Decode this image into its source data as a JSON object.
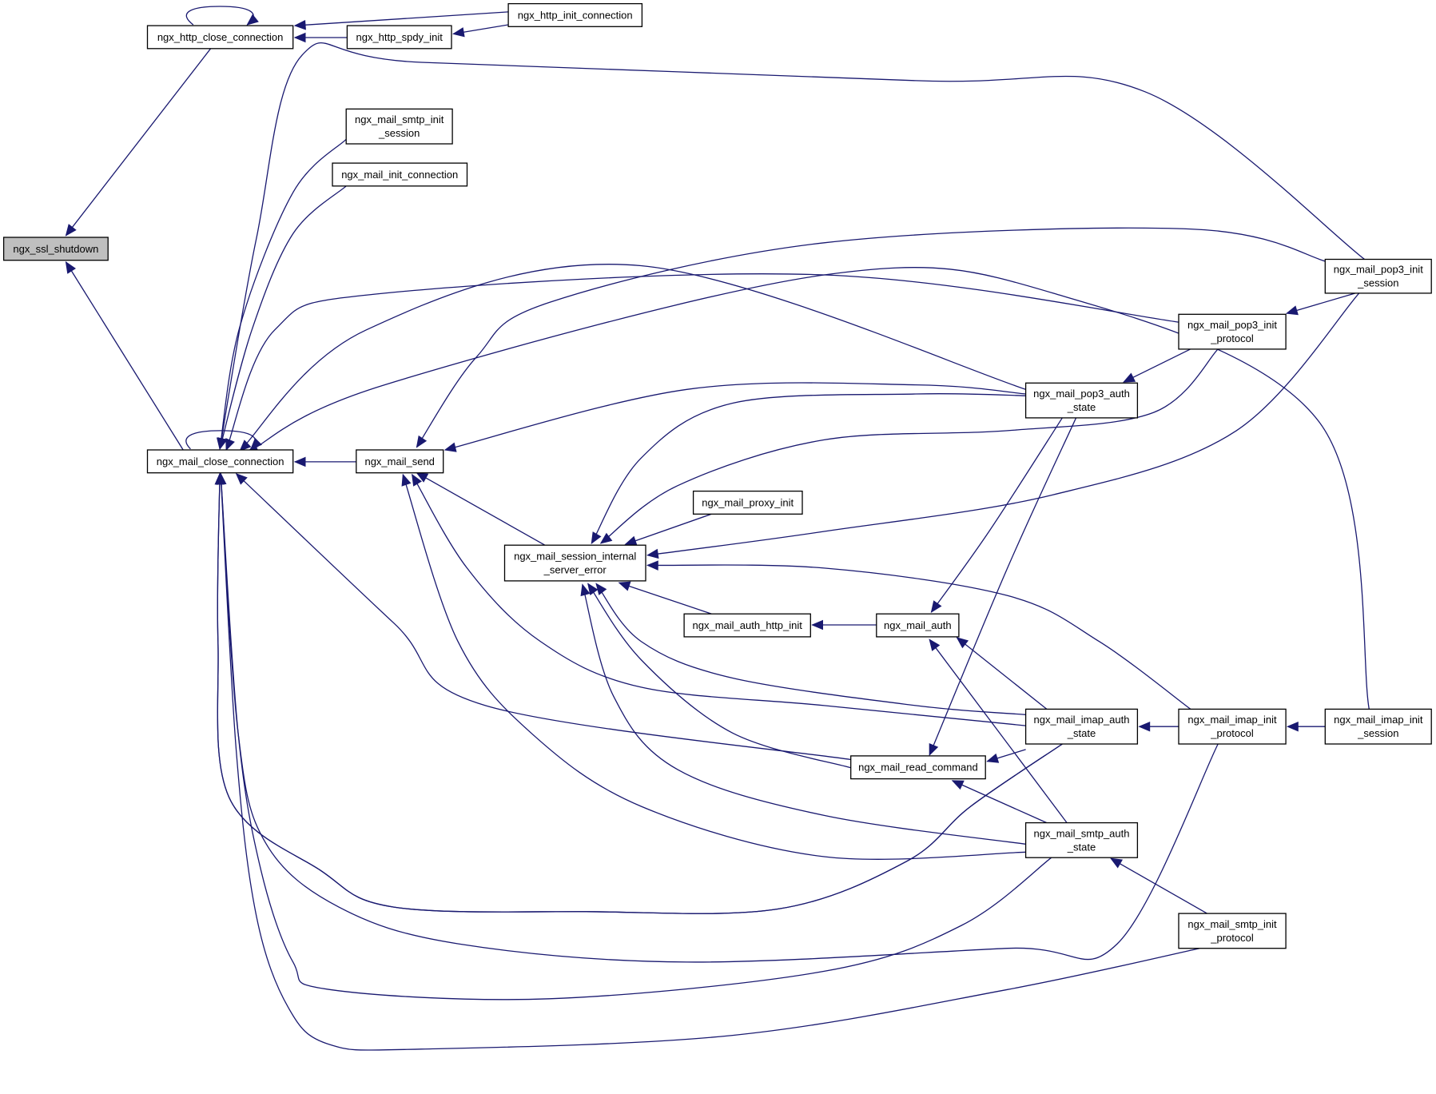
{
  "diagram": {
    "type": "call-graph",
    "colors": {
      "edge": "#191970",
      "node_border": "#000000",
      "node_fill": "#ffffff",
      "current_node_fill": "#bfbfbf"
    },
    "nodes": [
      {
        "id": "ngx_ssl_shutdown",
        "lines": [
          "ngx_ssl_shutdown"
        ],
        "current": true
      },
      {
        "id": "ngx_http_close_connection",
        "lines": [
          "ngx_http_close_connection"
        ]
      },
      {
        "id": "ngx_http_spdy_init",
        "lines": [
          "ngx_http_spdy_init"
        ]
      },
      {
        "id": "ngx_http_init_connection",
        "lines": [
          "ngx_http_init_connection"
        ]
      },
      {
        "id": "ngx_mail_close_connection",
        "lines": [
          "ngx_mail_close_connection"
        ]
      },
      {
        "id": "ngx_mail_smtp_init_session",
        "lines": [
          "ngx_mail_smtp_init",
          "_session"
        ]
      },
      {
        "id": "ngx_mail_init_connection",
        "lines": [
          "ngx_mail_init_connection"
        ]
      },
      {
        "id": "ngx_mail_send",
        "lines": [
          "ngx_mail_send"
        ]
      },
      {
        "id": "ngx_mail_proxy_init",
        "lines": [
          "ngx_mail_proxy_init"
        ]
      },
      {
        "id": "ngx_mail_session_internal_server_error",
        "lines": [
          "ngx_mail_session_internal",
          "_server_error"
        ]
      },
      {
        "id": "ngx_mail_auth_http_init",
        "lines": [
          "ngx_mail_auth_http_init"
        ]
      },
      {
        "id": "ngx_mail_auth",
        "lines": [
          "ngx_mail_auth"
        ]
      },
      {
        "id": "ngx_mail_read_command",
        "lines": [
          "ngx_mail_read_command"
        ]
      },
      {
        "id": "ngx_mail_pop3_auth_state",
        "lines": [
          "ngx_mail_pop3_auth",
          "_state"
        ]
      },
      {
        "id": "ngx_mail_imap_auth_state",
        "lines": [
          "ngx_mail_imap_auth",
          "_state"
        ]
      },
      {
        "id": "ngx_mail_smtp_auth_state",
        "lines": [
          "ngx_mail_smtp_auth",
          "_state"
        ]
      },
      {
        "id": "ngx_mail_pop3_init_protocol",
        "lines": [
          "ngx_mail_pop3_init",
          "_protocol"
        ]
      },
      {
        "id": "ngx_mail_imap_init_protocol",
        "lines": [
          "ngx_mail_imap_init",
          "_protocol"
        ]
      },
      {
        "id": "ngx_mail_smtp_init_protocol",
        "lines": [
          "ngx_mail_smtp_init",
          "_protocol"
        ]
      },
      {
        "id": "ngx_mail_pop3_init_session",
        "lines": [
          "ngx_mail_pop3_init",
          "_session"
        ]
      },
      {
        "id": "ngx_mail_imap_init_session",
        "lines": [
          "ngx_mail_imap_init",
          "_session"
        ]
      }
    ],
    "edges": [
      {
        "caller": "ngx_http_close_connection",
        "callee": "ngx_ssl_shutdown"
      },
      {
        "caller": "ngx_mail_close_connection",
        "callee": "ngx_ssl_shutdown"
      },
      {
        "caller": "ngx_http_close_connection",
        "callee": "ngx_http_close_connection"
      },
      {
        "caller": "ngx_http_init_connection",
        "callee": "ngx_http_close_connection"
      },
      {
        "caller": "ngx_http_spdy_init",
        "callee": "ngx_http_close_connection"
      },
      {
        "caller": "ngx_http_init_connection",
        "callee": "ngx_http_spdy_init"
      },
      {
        "caller": "ngx_mail_close_connection",
        "callee": "ngx_mail_close_connection"
      },
      {
        "caller": "ngx_mail_send",
        "callee": "ngx_mail_close_connection"
      },
      {
        "caller": "ngx_mail_smtp_init_session",
        "callee": "ngx_mail_close_connection"
      },
      {
        "caller": "ngx_mail_init_connection",
        "callee": "ngx_mail_close_connection"
      },
      {
        "caller": "ngx_mail_pop3_init_session",
        "callee": "ngx_mail_close_connection"
      },
      {
        "caller": "ngx_mail_pop3_init_protocol",
        "callee": "ngx_mail_close_connection"
      },
      {
        "caller": "ngx_mail_pop3_auth_state",
        "callee": "ngx_mail_close_connection"
      },
      {
        "caller": "ngx_mail_imap_init_session",
        "callee": "ngx_mail_close_connection"
      },
      {
        "caller": "ngx_mail_session_internal_server_error",
        "callee": "ngx_mail_close_connection"
      },
      {
        "caller": "ngx_mail_read_command",
        "callee": "ngx_mail_close_connection"
      },
      {
        "caller": "ngx_mail_imap_auth_state",
        "callee": "ngx_mail_close_connection"
      },
      {
        "caller": "ngx_mail_imap_init_protocol",
        "callee": "ngx_mail_close_connection"
      },
      {
        "caller": "ngx_mail_smtp_auth_state",
        "callee": "ngx_mail_close_connection"
      },
      {
        "caller": "ngx_mail_smtp_init_protocol",
        "callee": "ngx_mail_close_connection"
      },
      {
        "caller": "ngx_mail_pop3_init_session",
        "callee": "ngx_mail_send"
      },
      {
        "caller": "ngx_mail_pop3_auth_state",
        "callee": "ngx_mail_send"
      },
      {
        "caller": "ngx_mail_session_internal_server_error",
        "callee": "ngx_mail_send"
      },
      {
        "caller": "ngx_mail_imap_auth_state",
        "callee": "ngx_mail_send"
      },
      {
        "caller": "ngx_mail_smtp_auth_state",
        "callee": "ngx_mail_send"
      },
      {
        "caller": "ngx_mail_proxy_init",
        "callee": "ngx_mail_session_internal_server_error"
      },
      {
        "caller": "ngx_mail_auth_http_init",
        "callee": "ngx_mail_session_internal_server_error"
      },
      {
        "caller": "ngx_mail_pop3_init_session",
        "callee": "ngx_mail_session_internal_server_error"
      },
      {
        "caller": "ngx_mail_pop3_auth_state",
        "callee": "ngx_mail_session_internal_server_error"
      },
      {
        "caller": "ngx_mail_pop3_init_protocol",
        "callee": "ngx_mail_session_internal_server_error"
      },
      {
        "caller": "ngx_mail_imap_init_protocol",
        "callee": "ngx_mail_session_internal_server_error"
      },
      {
        "caller": "ngx_mail_imap_auth_state",
        "callee": "ngx_mail_session_internal_server_error"
      },
      {
        "caller": "ngx_mail_read_command",
        "callee": "ngx_mail_session_internal_server_error"
      },
      {
        "caller": "ngx_mail_smtp_auth_state",
        "callee": "ngx_mail_session_internal_server_error"
      },
      {
        "caller": "ngx_mail_auth",
        "callee": "ngx_mail_auth_http_init"
      },
      {
        "caller": "ngx_mail_pop3_auth_state",
        "callee": "ngx_mail_auth"
      },
      {
        "caller": "ngx_mail_imap_auth_state",
        "callee": "ngx_mail_auth"
      },
      {
        "caller": "ngx_mail_smtp_auth_state",
        "callee": "ngx_mail_auth"
      },
      {
        "caller": "ngx_mail_pop3_auth_state",
        "callee": "ngx_mail_read_command"
      },
      {
        "caller": "ngx_mail_imap_auth_state",
        "callee": "ngx_mail_read_command"
      },
      {
        "caller": "ngx_mail_smtp_auth_state",
        "callee": "ngx_mail_read_command"
      },
      {
        "caller": "ngx_mail_pop3_init_protocol",
        "callee": "ngx_mail_pop3_auth_state"
      },
      {
        "caller": "ngx_mail_pop3_init_session",
        "callee": "ngx_mail_pop3_init_protocol"
      },
      {
        "caller": "ngx_mail_imap_init_protocol",
        "callee": "ngx_mail_imap_auth_state"
      },
      {
        "caller": "ngx_mail_imap_init_session",
        "callee": "ngx_mail_imap_init_protocol"
      },
      {
        "caller": "ngx_mail_smtp_init_protocol",
        "callee": "ngx_mail_smtp_auth_state"
      }
    ]
  }
}
